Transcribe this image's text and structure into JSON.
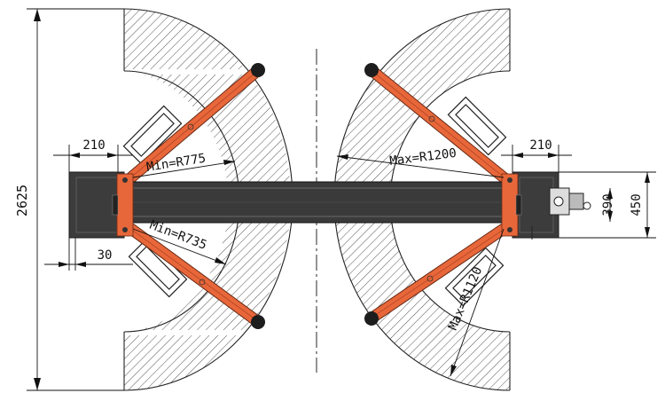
{
  "dimensions": {
    "overall_height": "2625",
    "left_post_width": "210",
    "right_post_width": "210",
    "post_offset": "30",
    "inner_height": "390",
    "outer_height": "450"
  },
  "radii": {
    "min_upper": "Min=R775",
    "min_lower": "Min=R735",
    "max_upper": "Max=R1200",
    "max_lower": "Max=R1120"
  },
  "colors": {
    "arm": "#e8673a",
    "post": "#3c3c3c",
    "hatch": "#555555"
  }
}
